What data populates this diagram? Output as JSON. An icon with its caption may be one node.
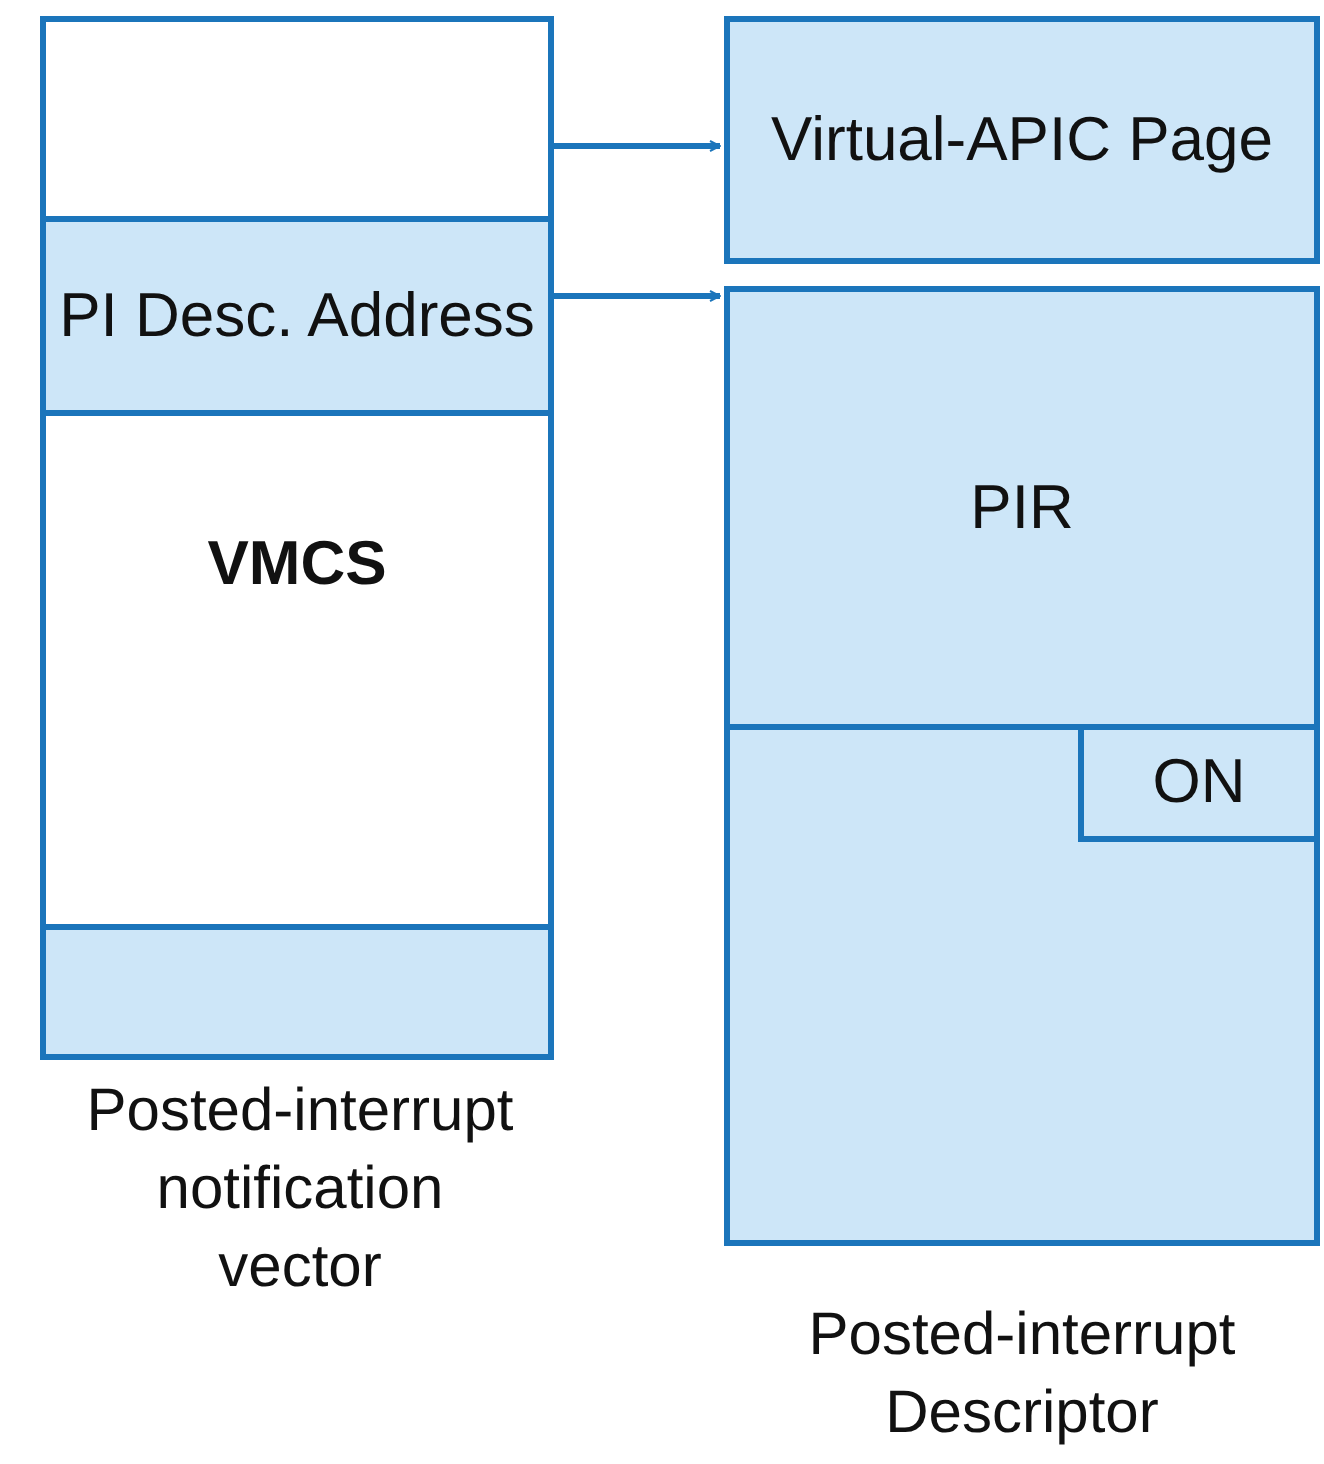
{
  "diagram": {
    "nodes": [
      {
        "text": [
          "VMCS"
        ]
      },
      {
        "text": [],
        "shape": "box",
        "in": 0
      },
      {
        "text": [
          "PI Desc. Address"
        ],
        "in": 0
      },
      {
        "text": [],
        "shape": "box",
        "in": 0,
        "beside": [
          "Posted-interrupt notification vector"
        ]
      },
      {
        "text": [
          "Virtual-APIC Page"
        ]
      },
      {
        "text": [],
        "shape": "box",
        "beside": [
          "Posted-interrupt Descriptor"
        ]
      },
      {
        "text": [
          "PIR"
        ],
        "in": 5
      },
      {
        "text": [
          "ON"
        ],
        "in": 5
      }
    ],
    "edges": [
      {
        "from": 1,
        "to": 4,
        "arrow": "to"
      },
      {
        "from": 2,
        "to": 5,
        "arrow": "to"
      }
    ]
  }
}
